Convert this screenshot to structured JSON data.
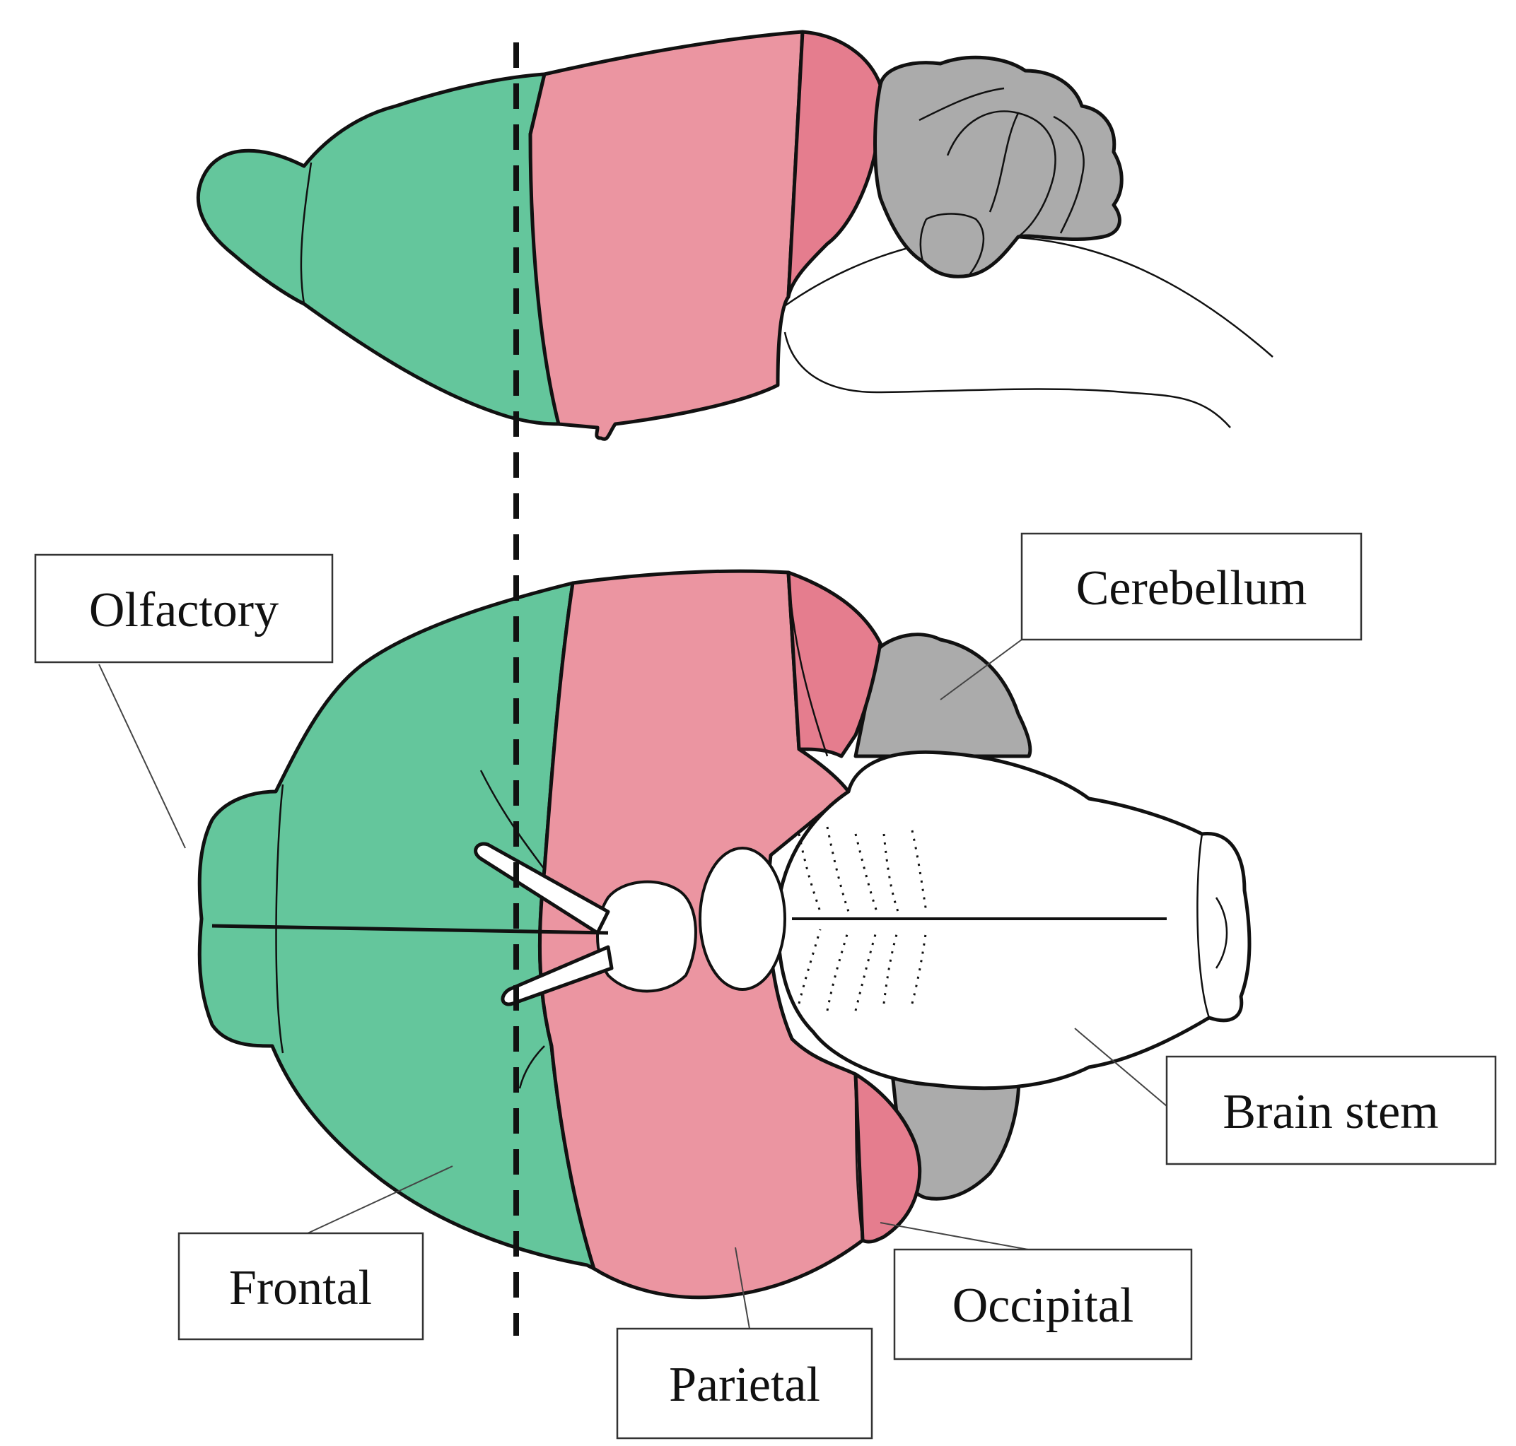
{
  "regions": {
    "olfactory": {
      "label": "Olfactory",
      "color": "#64c69c"
    },
    "frontal": {
      "label": "Frontal",
      "color": "#64c69c"
    },
    "parietal": {
      "label": "Parietal",
      "color": "#eb95a1"
    },
    "occipital": {
      "label": "Occipital",
      "color": "#e57d8e"
    },
    "cerebellum": {
      "label": "Cerebellum",
      "color": "#ababab"
    },
    "brain_stem": {
      "label": "Brain stem",
      "color": "#ffffff"
    }
  },
  "section_line": {
    "style": "dashed",
    "color": "#111111"
  }
}
